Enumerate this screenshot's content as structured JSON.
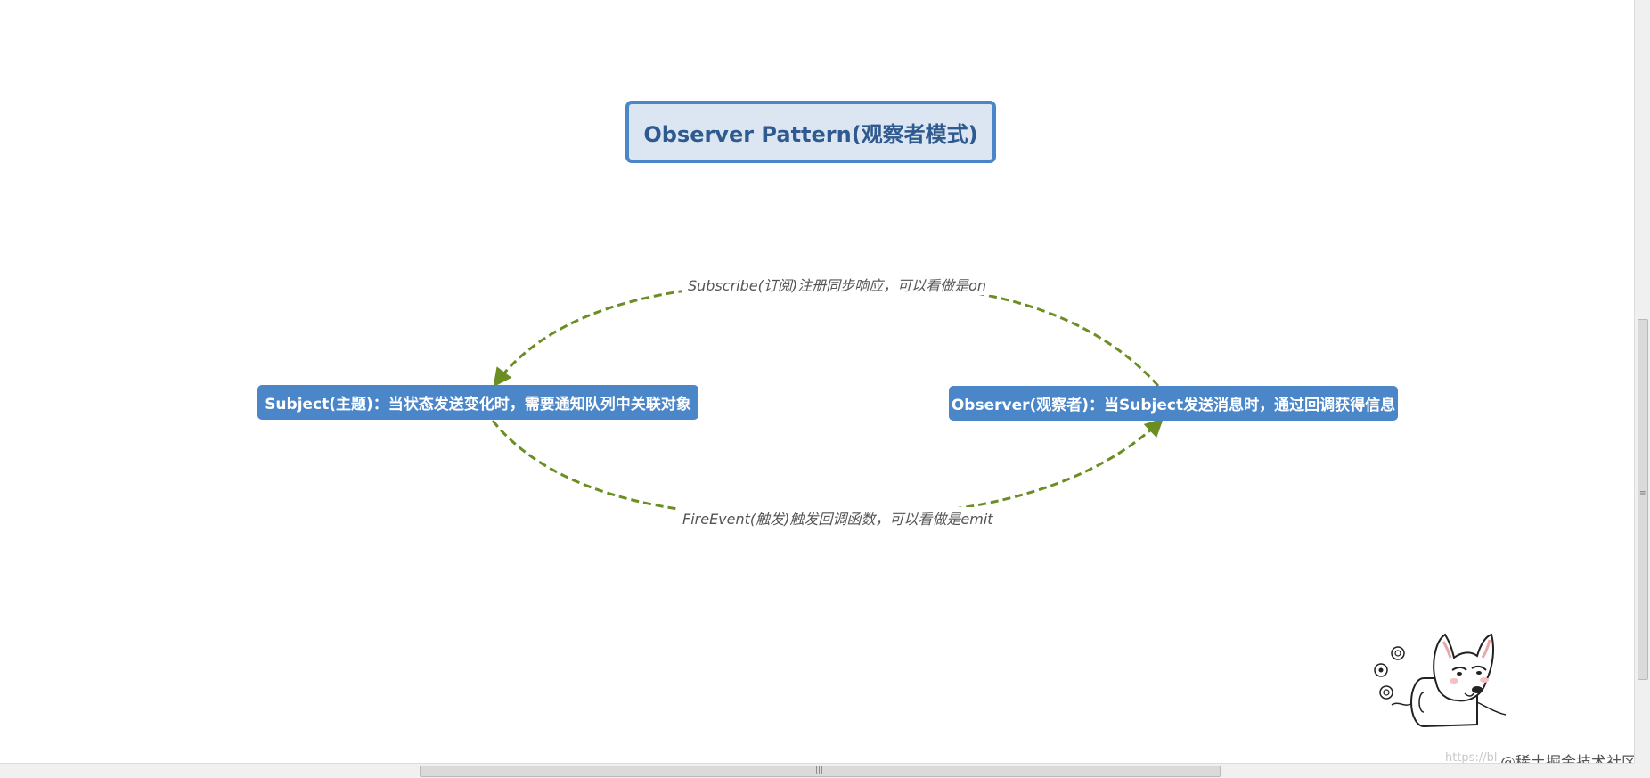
{
  "diagram": {
    "title": "Observer Pattern(观察者模式)",
    "nodes": {
      "subject": "Subject(主题)：当状态发送变化时，需要通知队列中关联对象",
      "observer": "Observer(观察者)：当Subject发送消息时，通过回调获得信息"
    },
    "edges": {
      "subscribe_label": "Subscribe(订阅)注册同步响应，可以看做是on",
      "fire_label": "FireEvent(触发)触发回调函数，可以看做是emit"
    },
    "colors": {
      "title_border": "#4a86c8",
      "title_fill": "#dce6f2",
      "title_text": "#2f5a8f",
      "node_fill": "#4a86c8",
      "edge": "#6b8e23"
    }
  },
  "watermark": {
    "url": "https://bl",
    "brand": "@稀土掘金技术社区"
  },
  "icons": {
    "mascot": "cartoon-dog-icon"
  }
}
